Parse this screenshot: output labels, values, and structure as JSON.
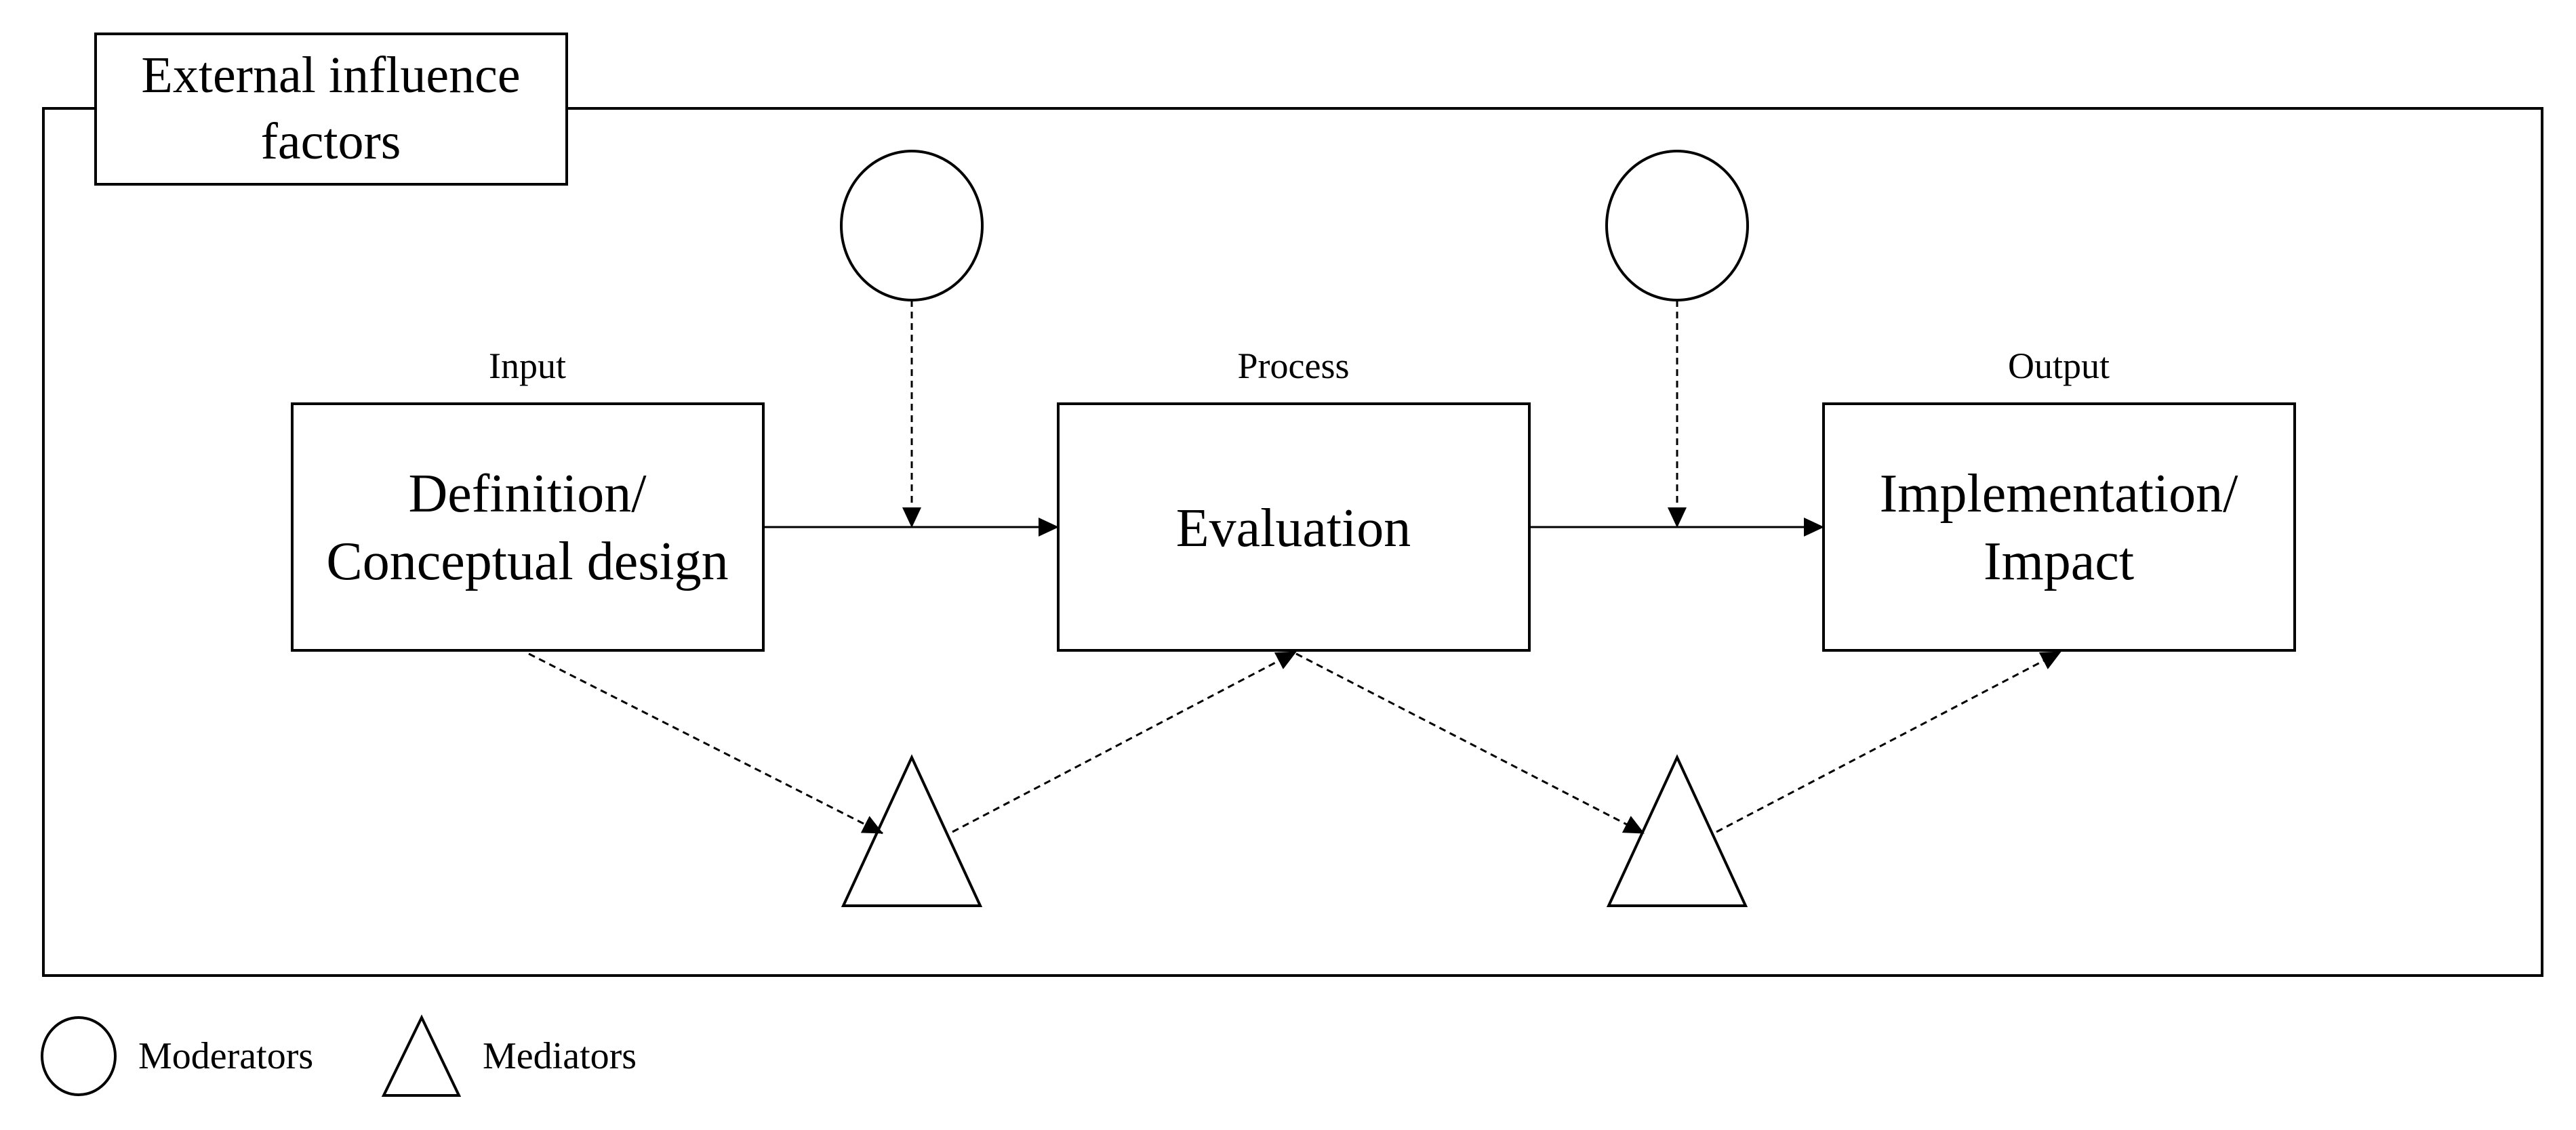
{
  "diagram": {
    "frame_label": [
      "External influence",
      "factors"
    ],
    "stages": [
      {
        "heading": "Input",
        "lines": [
          "Definition/",
          "Conceptual design"
        ]
      },
      {
        "heading": "Process",
        "lines": [
          "Evaluation"
        ]
      },
      {
        "heading": "Output",
        "lines": [
          "Implementation/",
          "Impact"
        ]
      }
    ],
    "legend": {
      "moderators": "Moderators",
      "mediators": "Mediators"
    }
  }
}
